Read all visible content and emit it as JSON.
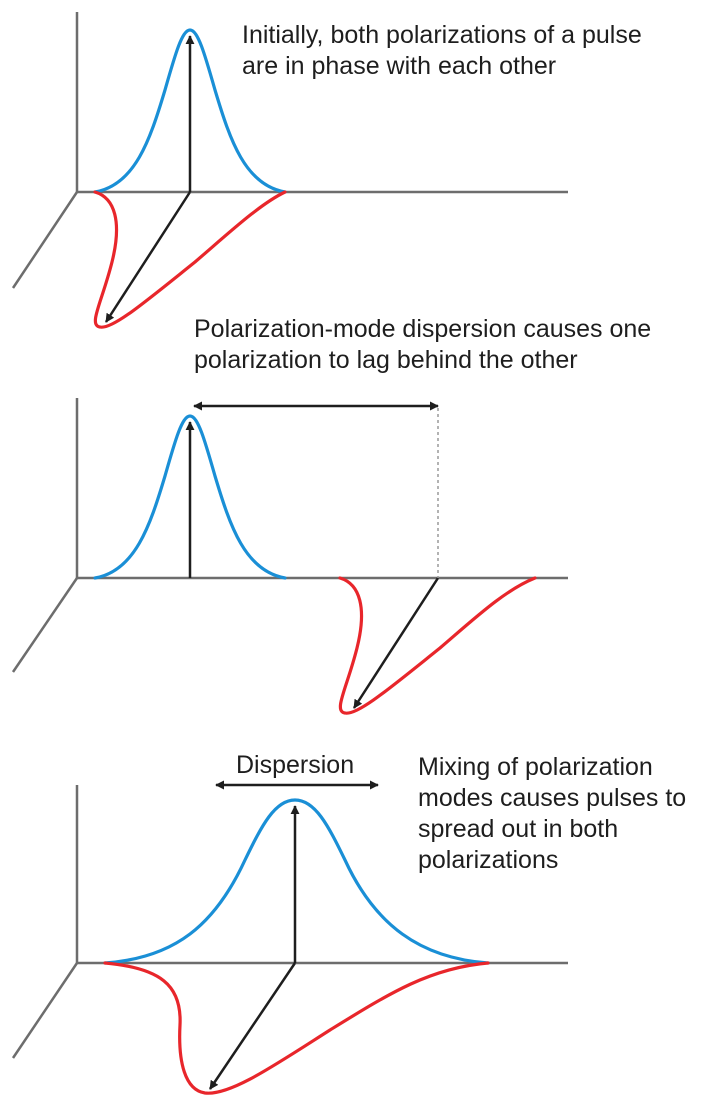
{
  "panels": [
    {
      "caption_lines": [
        "Initially, both polarizations of a pulse",
        "are in phase with each other"
      ]
    },
    {
      "caption_lines": [
        "Polarization-mode dispersion causes one",
        "polarization to lag behind the other"
      ]
    },
    {
      "caption_lines": [
        "Mixing of polarization",
        "modes causes pulses to",
        "spread out in both",
        "polarizations"
      ],
      "dispersion_label": "Dispersion"
    }
  ],
  "colors": {
    "vertical_polarization": "#1a8fd6",
    "horizontal_polarization": "#e8262b",
    "axes": "#6d6d6d",
    "arrows": "#1e1e1e"
  }
}
